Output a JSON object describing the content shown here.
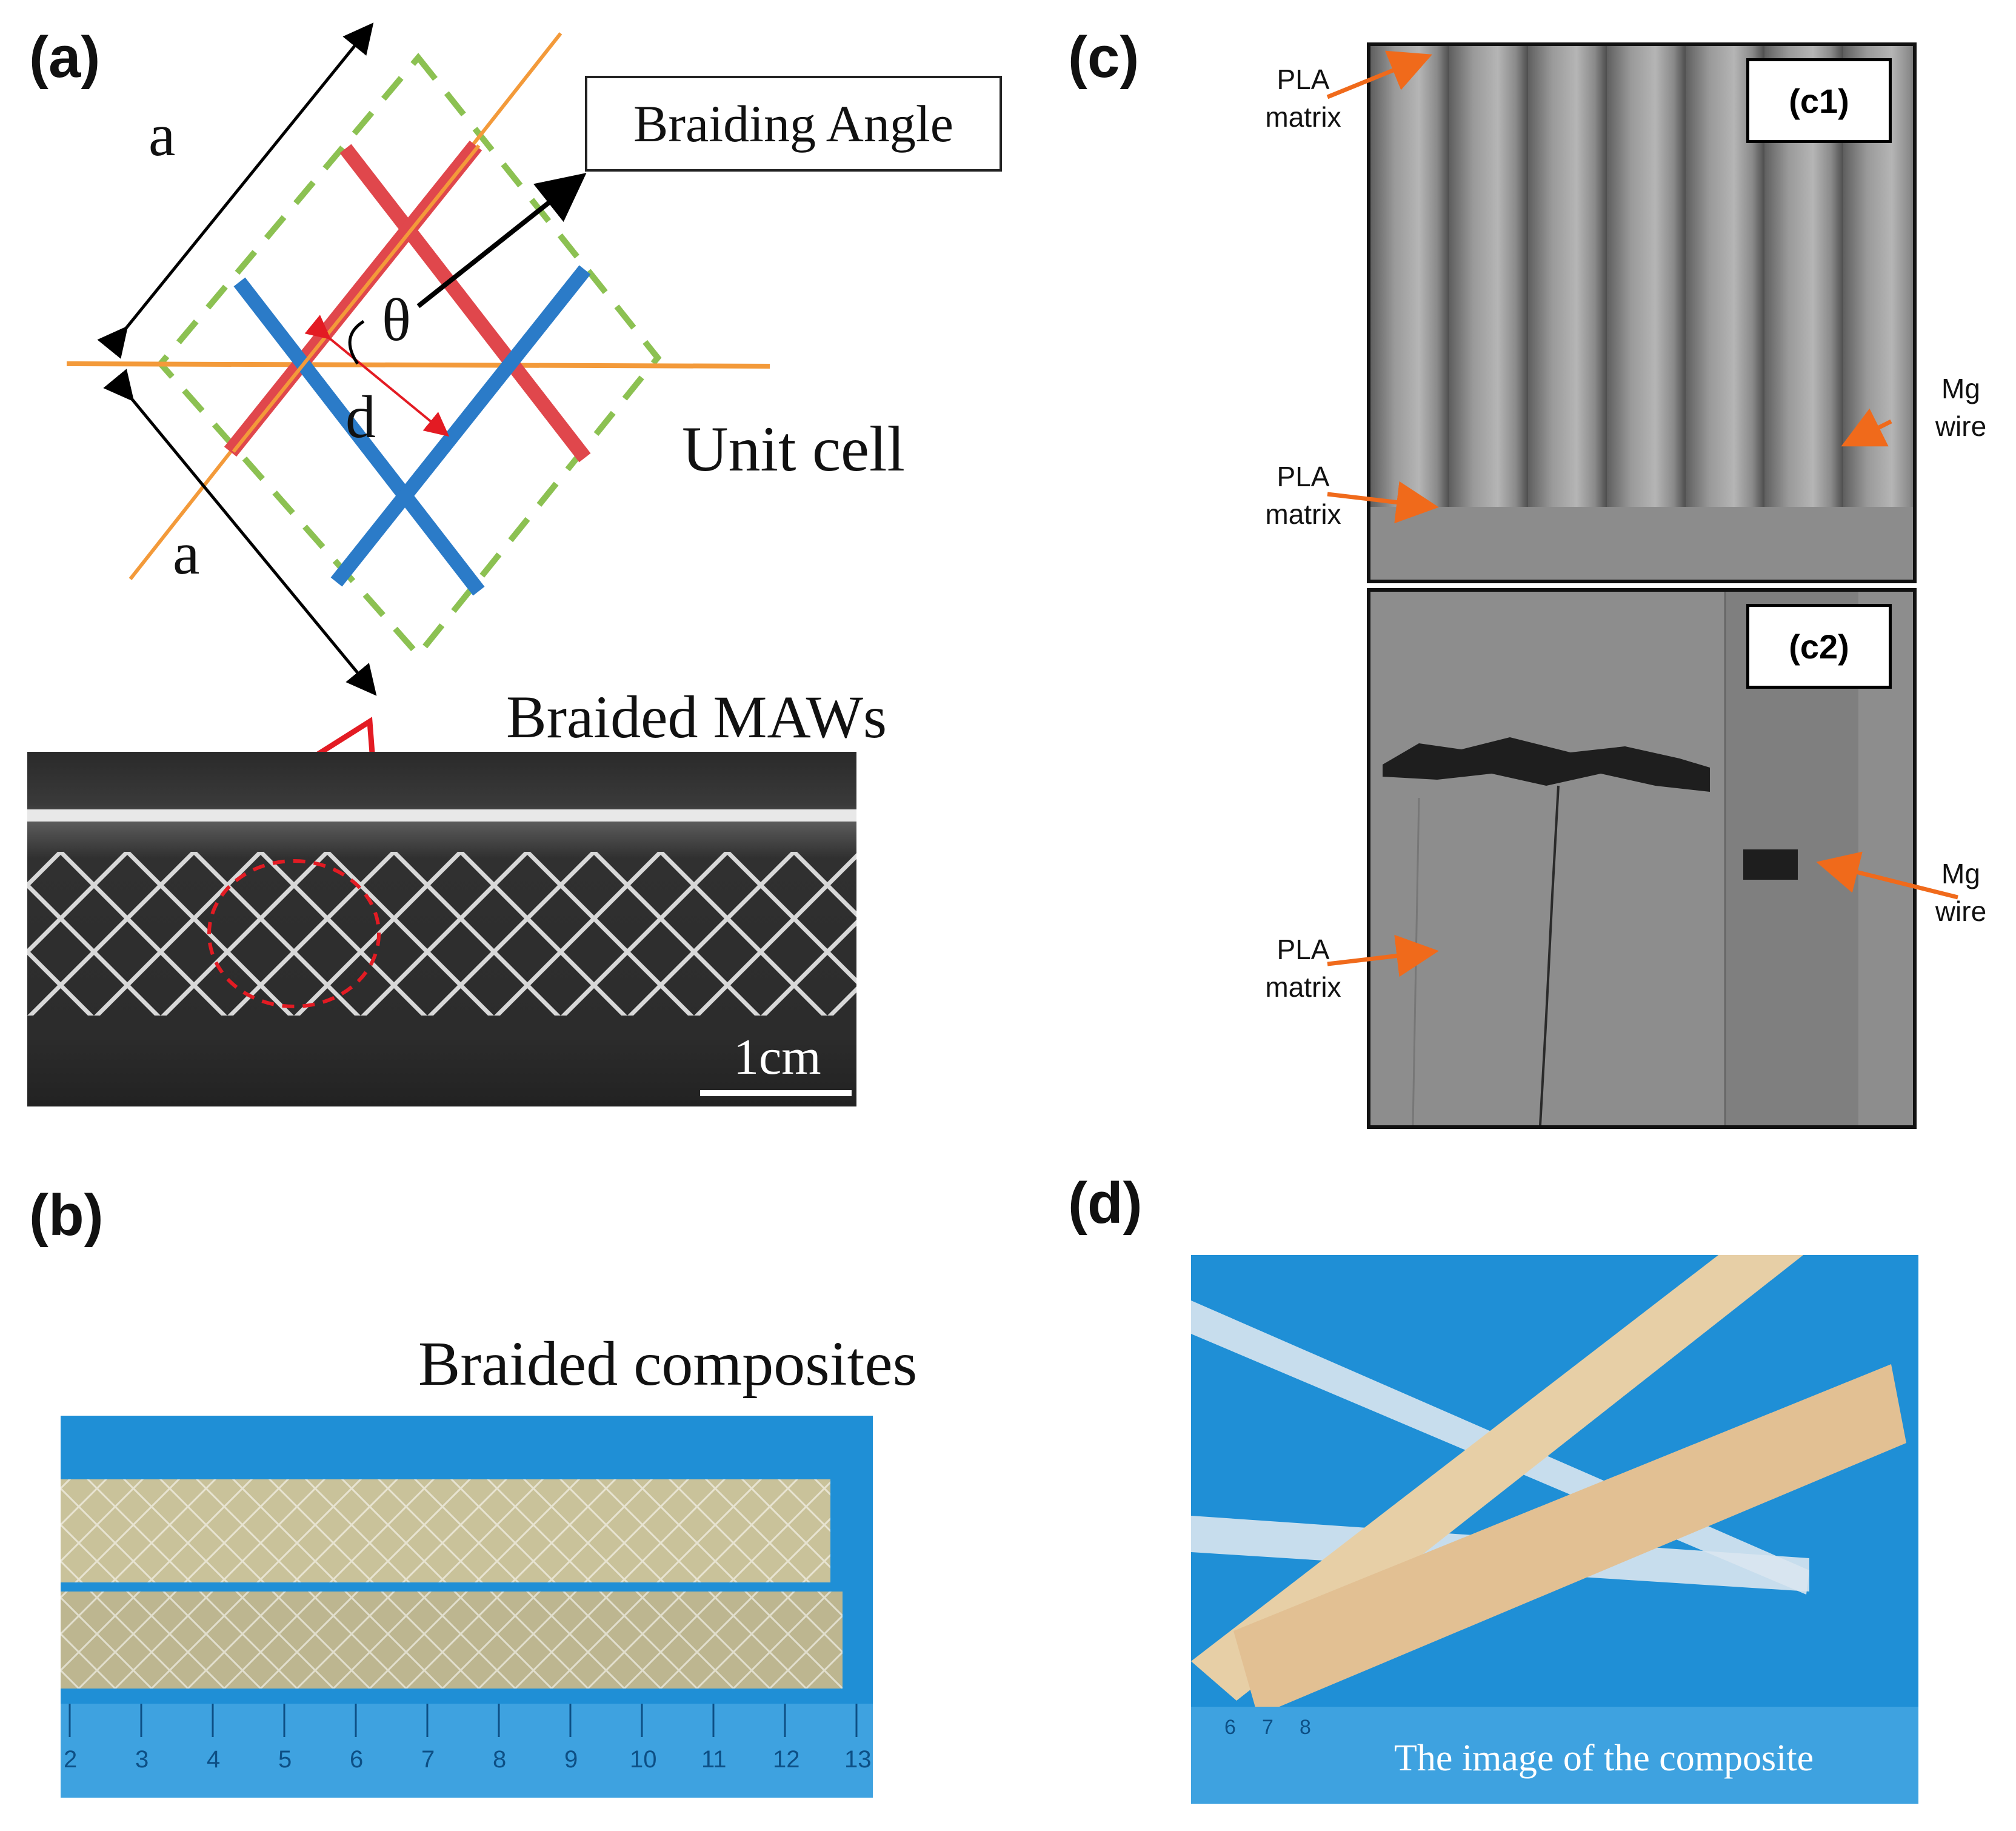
{
  "panels": {
    "a": {
      "label": "(a)",
      "braiding_angle_label": "Braiding Angle",
      "theta_symbol": "θ",
      "a_top": "a",
      "a_bottom": "a",
      "d_symbol": "d",
      "unit_cell_label": "Unit cell",
      "braided_maws_label": "Braided MAWs",
      "scale_bar_label": "1cm"
    },
    "b": {
      "label": "(b)",
      "caption": "Braided composites",
      "ruler_numbers": [
        "2",
        "3",
        "4",
        "5",
        "6",
        "7",
        "8",
        "9",
        "10",
        "11",
        "12",
        "13"
      ]
    },
    "c": {
      "label": "(c)",
      "c1": {
        "label": "(c1)",
        "pla_top": [
          "PLA",
          "matrix"
        ],
        "pla_bottom": [
          "PLA",
          "matrix"
        ],
        "mg": [
          "Mg",
          "wire"
        ]
      },
      "c2": {
        "label": "(c2)",
        "pla": [
          "PLA",
          "matrix"
        ],
        "mg": [
          "Mg",
          "wire"
        ]
      }
    },
    "d": {
      "label": "(d)",
      "caption": "The image of the composite",
      "ruler_numbers": [
        "6",
        "7",
        "8"
      ]
    }
  },
  "colors": {
    "orange_line": "#f39a3a",
    "red_line": "#e0474c",
    "blue_line": "#2b7bc8",
    "green_dash": "#8cc152",
    "arrow_orange": "#f06a1b",
    "background_blue": "#1f8fd6"
  }
}
